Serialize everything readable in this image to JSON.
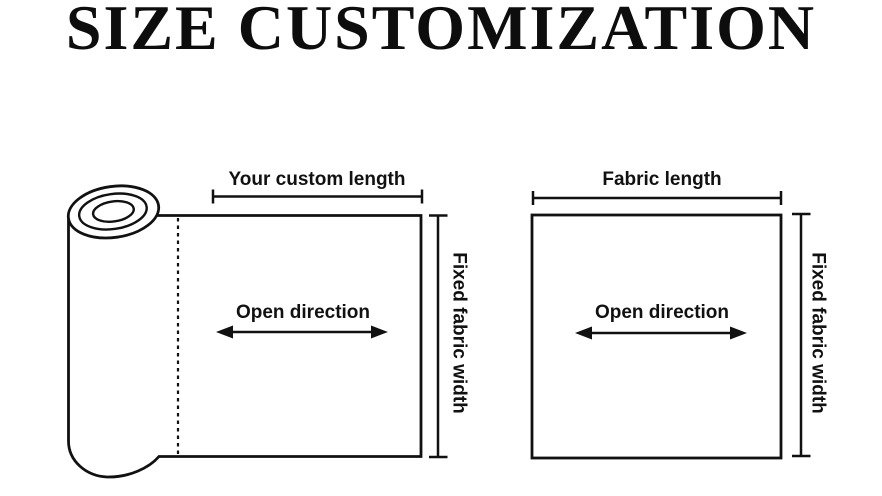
{
  "title": "SIZE CUSTOMIZATION",
  "colors": {
    "ink": "#111111",
    "background": "#ffffff"
  },
  "left_figure": {
    "top_dimension_label": "Your custom length",
    "inner_label": "Open direction",
    "side_dimension_label": "Fixed fabric width"
  },
  "right_figure": {
    "top_dimension_label": "Fabric length",
    "inner_label": "Open direction",
    "side_dimension_label": "Fixed fabric width"
  }
}
